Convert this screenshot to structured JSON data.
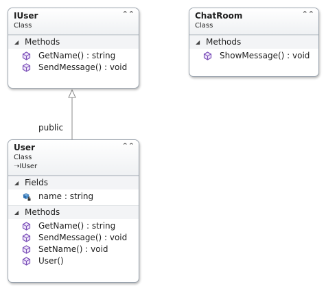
{
  "classes": {
    "iuser": {
      "name": "IUser",
      "kind": "Class",
      "methods_label": "Methods",
      "methods": [
        "GetName() : string",
        "SendMessage() : void"
      ]
    },
    "chatroom": {
      "name": "ChatRoom",
      "kind": "Class",
      "methods_label": "Methods",
      "methods": [
        "ShowMessage() : void"
      ]
    },
    "user": {
      "name": "User",
      "kind": "Class",
      "inherits": "IUser",
      "fields_label": "Fields",
      "fields": [
        "name : string"
      ],
      "methods_label": "Methods",
      "methods": [
        "GetName() : string",
        "SendMessage() : void",
        "SetName() : void",
        "User()"
      ]
    }
  },
  "relation": {
    "label": "public"
  },
  "icons": {
    "collapse": "double-chevron-up-icon",
    "section_toggle": "triangle-down-icon",
    "method": "method-cube-icon",
    "field": "field-icon",
    "inherit": "arrow-right-icon"
  },
  "colors": {
    "method_icon": "#7b4fb8",
    "field_icon": "#2e6fae",
    "border": "#9aa3ad"
  }
}
